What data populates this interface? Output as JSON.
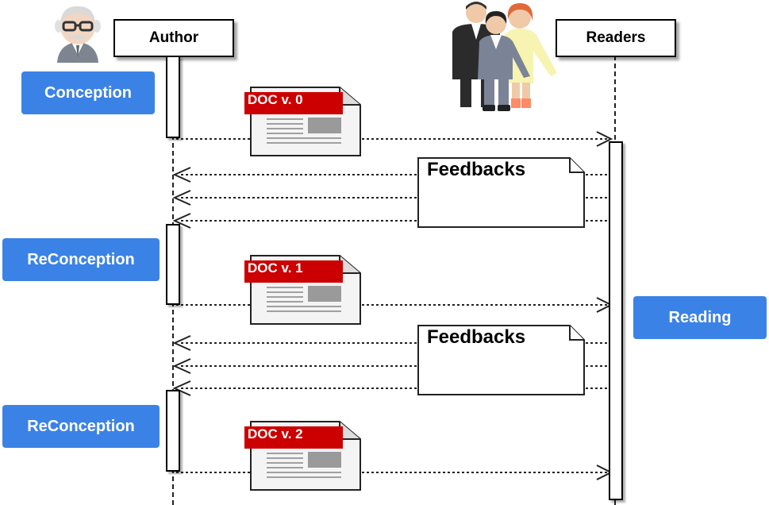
{
  "actors": {
    "author": {
      "label": "Author"
    },
    "readers": {
      "label": "Readers"
    }
  },
  "phases": {
    "conception": "Conception",
    "reconception_1": "ReConception",
    "reconception_2": "ReConception",
    "reading": "Reading"
  },
  "documents": [
    {
      "label": "DOC v. 0"
    },
    {
      "label": "DOC v. 1"
    },
    {
      "label": "DOC v. 2"
    }
  ],
  "notes": [
    {
      "label": "Feedbacks"
    },
    {
      "label": "Feedbacks"
    }
  ],
  "colors": {
    "phase_blue": "#3b82e6",
    "doc_red": "#cc0000"
  }
}
